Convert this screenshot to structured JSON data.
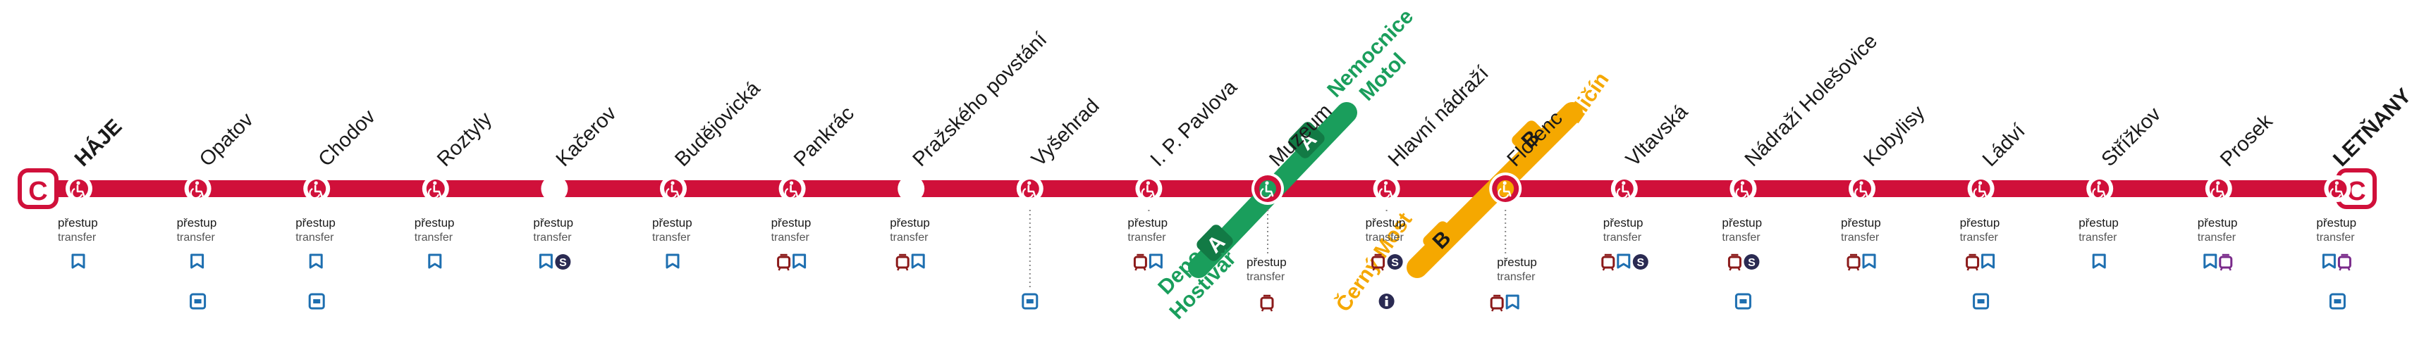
{
  "line": {
    "letter": "C",
    "color": "#d0103a",
    "terminal_start": "HÁJE",
    "terminal_end": "LETŇANY"
  },
  "colors": {
    "line_a": "#1a9e5c",
    "line_b": "#f5a800",
    "bus": "#1e6fb0",
    "tram": "#8b1a1a",
    "rail_s": "#2a2a52",
    "night_tram": "#7a2a8a",
    "text": "#1a1a1a",
    "transfer_text": "#555555"
  },
  "transfer_label": "přestup",
  "transfer_label_en": "transfer",
  "stations": [
    {
      "name": "HÁJE",
      "terminal": true,
      "accessible": true,
      "transfer": true,
      "icons": [
        "bus"
      ],
      "icons2": []
    },
    {
      "name": "Opatov",
      "accessible": true,
      "transfer": true,
      "icons": [
        "bus"
      ],
      "icons2": [
        "card"
      ]
    },
    {
      "name": "Chodov",
      "accessible": true,
      "transfer": true,
      "icons": [
        "bus"
      ],
      "icons2": [
        "card"
      ]
    },
    {
      "name": "Roztyly",
      "accessible": true,
      "transfer": true,
      "icons": [
        "bus"
      ],
      "icons2": []
    },
    {
      "name": "Kačerov",
      "accessible": false,
      "transfer": true,
      "icons": [
        "bus",
        "s"
      ],
      "icons2": []
    },
    {
      "name": "Budějovická",
      "accessible": true,
      "transfer": true,
      "icons": [
        "bus"
      ],
      "icons2": []
    },
    {
      "name": "Pankrác",
      "accessible": true,
      "transfer": true,
      "icons": [
        "tram",
        "bus"
      ],
      "icons2": []
    },
    {
      "name": "Pražského povstání",
      "accessible": false,
      "transfer": true,
      "icons": [
        "tram",
        "bus"
      ],
      "icons2": []
    },
    {
      "name": "Vyšehrad",
      "accessible": true,
      "transfer": false,
      "icons": [],
      "icons2": [
        "card"
      ]
    },
    {
      "name": "I. P. Pavlova",
      "accessible": true,
      "transfer": true,
      "icons": [
        "tram",
        "bus"
      ],
      "icons2": []
    },
    {
      "name": "Muzeum",
      "accessible": true,
      "interchange": "A",
      "transfer": true,
      "icons": [
        "tram"
      ],
      "icons2": []
    },
    {
      "name": "Hlavní nádraží",
      "accessible": true,
      "transfer": true,
      "icons": [
        "tram",
        "s"
      ],
      "icons2": [
        "info"
      ]
    },
    {
      "name": "Florenc",
      "accessible": true,
      "interchange": "B",
      "transfer": true,
      "icons": [
        "tram",
        "bus"
      ],
      "icons2": []
    },
    {
      "name": "Vltavská",
      "accessible": true,
      "transfer": true,
      "icons": [
        "tram",
        "bus",
        "s"
      ],
      "icons2": []
    },
    {
      "name": "Nádraží Holešovice",
      "accessible": true,
      "transfer": true,
      "icons": [
        "tram",
        "s"
      ],
      "icons2": [
        "card"
      ]
    },
    {
      "name": "Kobylisy",
      "accessible": true,
      "transfer": true,
      "icons": [
        "tram",
        "bus"
      ],
      "icons2": []
    },
    {
      "name": "Ládví",
      "accessible": true,
      "transfer": true,
      "icons": [
        "tram",
        "bus"
      ],
      "icons2": [
        "card"
      ]
    },
    {
      "name": "Střížkov",
      "accessible": true,
      "transfer": true,
      "icons": [
        "bus"
      ],
      "icons2": []
    },
    {
      "name": "Prosek",
      "accessible": true,
      "transfer": true,
      "icons": [
        "bus",
        "nighttram"
      ],
      "icons2": []
    },
    {
      "name": "LETŇANY",
      "terminal": true,
      "accessible": true,
      "transfer": true,
      "icons": [
        "bus",
        "nighttram"
      ],
      "icons2": [
        "card"
      ]
    }
  ],
  "line_a": {
    "letter": "A",
    "dest_up_1": "Nemocnice",
    "dest_up_2": "Motol",
    "dest_down_1": "Depo",
    "dest_down_2": "Hostivař"
  },
  "line_b": {
    "letter": "B",
    "dest_up": "Zličín",
    "dest_down": "Černý Most"
  }
}
